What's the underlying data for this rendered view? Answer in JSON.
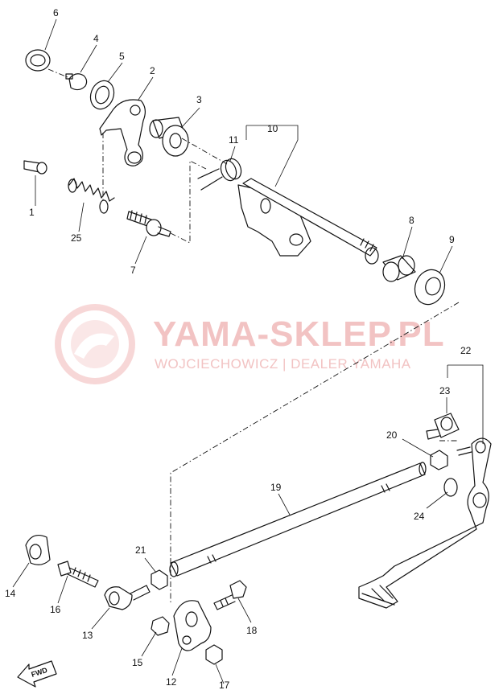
{
  "watermark": {
    "title": "YAMA-SKLEP.PL",
    "subtitle": "WOJCIECHOWICZ | DEALER YAMAHA"
  },
  "fwd_label": "FWD",
  "callouts": [
    {
      "id": "1",
      "label": "1"
    },
    {
      "id": "2",
      "label": "2"
    },
    {
      "id": "3",
      "label": "3"
    },
    {
      "id": "4",
      "label": "4"
    },
    {
      "id": "5",
      "label": "5"
    },
    {
      "id": "6",
      "label": "6"
    },
    {
      "id": "7",
      "label": "7"
    },
    {
      "id": "8",
      "label": "8"
    },
    {
      "id": "9",
      "label": "9"
    },
    {
      "id": "10",
      "label": "10"
    },
    {
      "id": "11",
      "label": "11"
    },
    {
      "id": "12",
      "label": "12"
    },
    {
      "id": "13",
      "label": "13"
    },
    {
      "id": "14",
      "label": "14"
    },
    {
      "id": "15",
      "label": "15"
    },
    {
      "id": "16",
      "label": "16"
    },
    {
      "id": "17",
      "label": "17"
    },
    {
      "id": "18",
      "label": "18"
    },
    {
      "id": "19",
      "label": "19"
    },
    {
      "id": "20",
      "label": "20"
    },
    {
      "id": "21",
      "label": "21"
    },
    {
      "id": "22",
      "label": "22"
    },
    {
      "id": "23",
      "label": "23"
    },
    {
      "id": "24",
      "label": "24"
    },
    {
      "id": "25",
      "label": "25"
    }
  ],
  "colors": {
    "line": "#111111",
    "watermark": "#f2c3c3"
  }
}
